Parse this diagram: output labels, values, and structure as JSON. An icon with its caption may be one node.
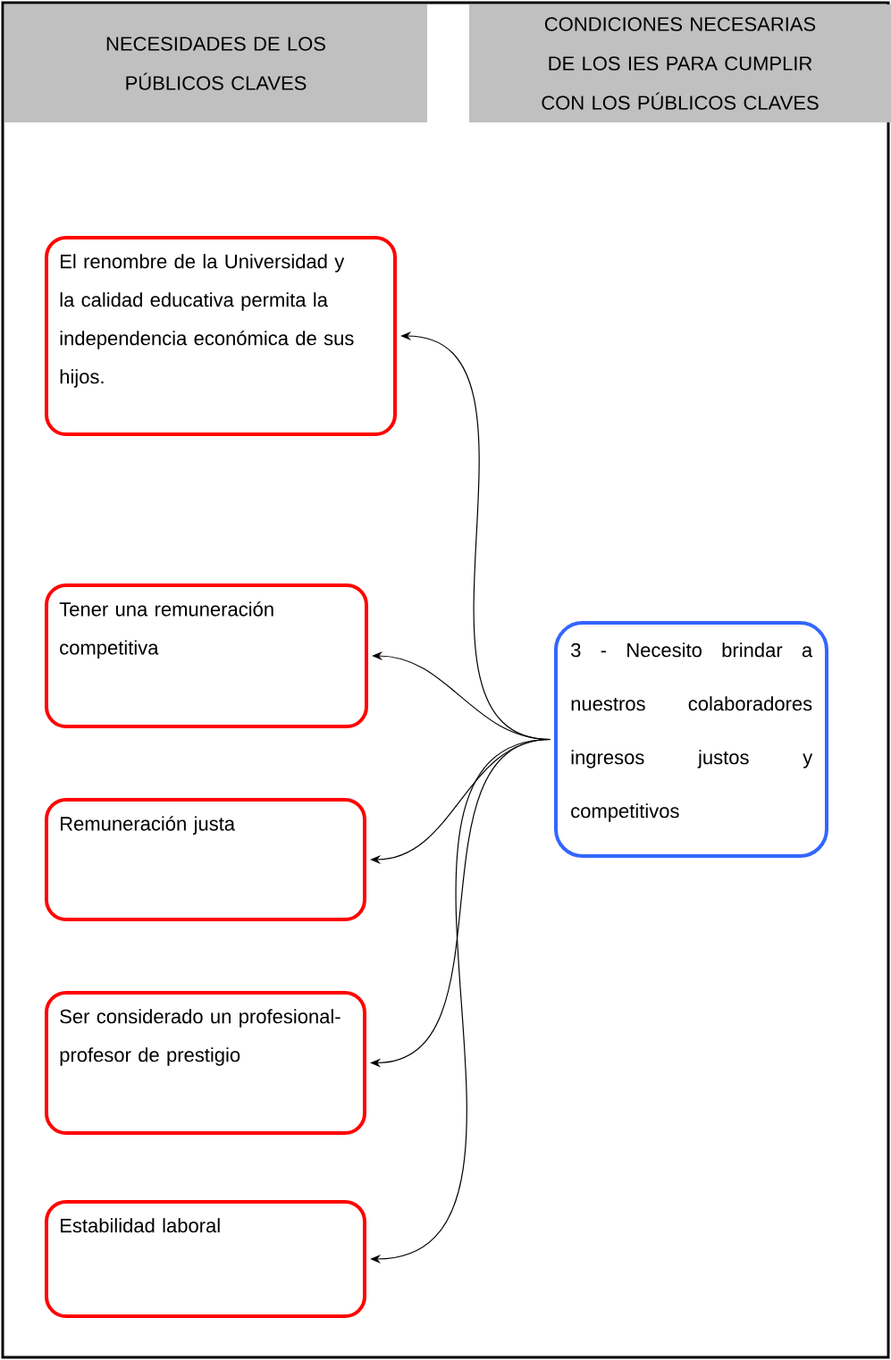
{
  "diagram": {
    "nodes": [
      {
        "text": [
          "NECESIDADES DE LOS PÚBLICOS CLAVES"
        ]
      },
      {
        "text": [
          "CONDICIONES NECESARIAS DE LOS IES PARA CUMPLIR CON LOS PÚBLICOS CLAVES"
        ]
      },
      {
        "text": [
          "El renombre de la Universidad y la calidad educativa permita la independencia económica de sus hijos."
        ]
      },
      {
        "text": [
          "Tener una remuneración competitiva"
        ]
      },
      {
        "text": [
          "Remuneración justa"
        ]
      },
      {
        "text": [
          "Ser considerado un profesional-profesor de prestigio"
        ]
      },
      {
        "text": [
          "Estabilidad laboral"
        ]
      },
      {
        "text": [
          "3 - Necesito brindar a nuestros colaboradores ingresos justos y competitivos"
        ]
      }
    ],
    "edges": [
      {
        "from": 7,
        "to": 2,
        "arrow": "to"
      },
      {
        "from": 7,
        "to": 3,
        "arrow": "to"
      },
      {
        "from": 7,
        "to": 4,
        "arrow": "to"
      },
      {
        "from": 7,
        "to": 5,
        "arrow": "to"
      },
      {
        "from": 7,
        "to": 6,
        "arrow": "to"
      }
    ]
  }
}
